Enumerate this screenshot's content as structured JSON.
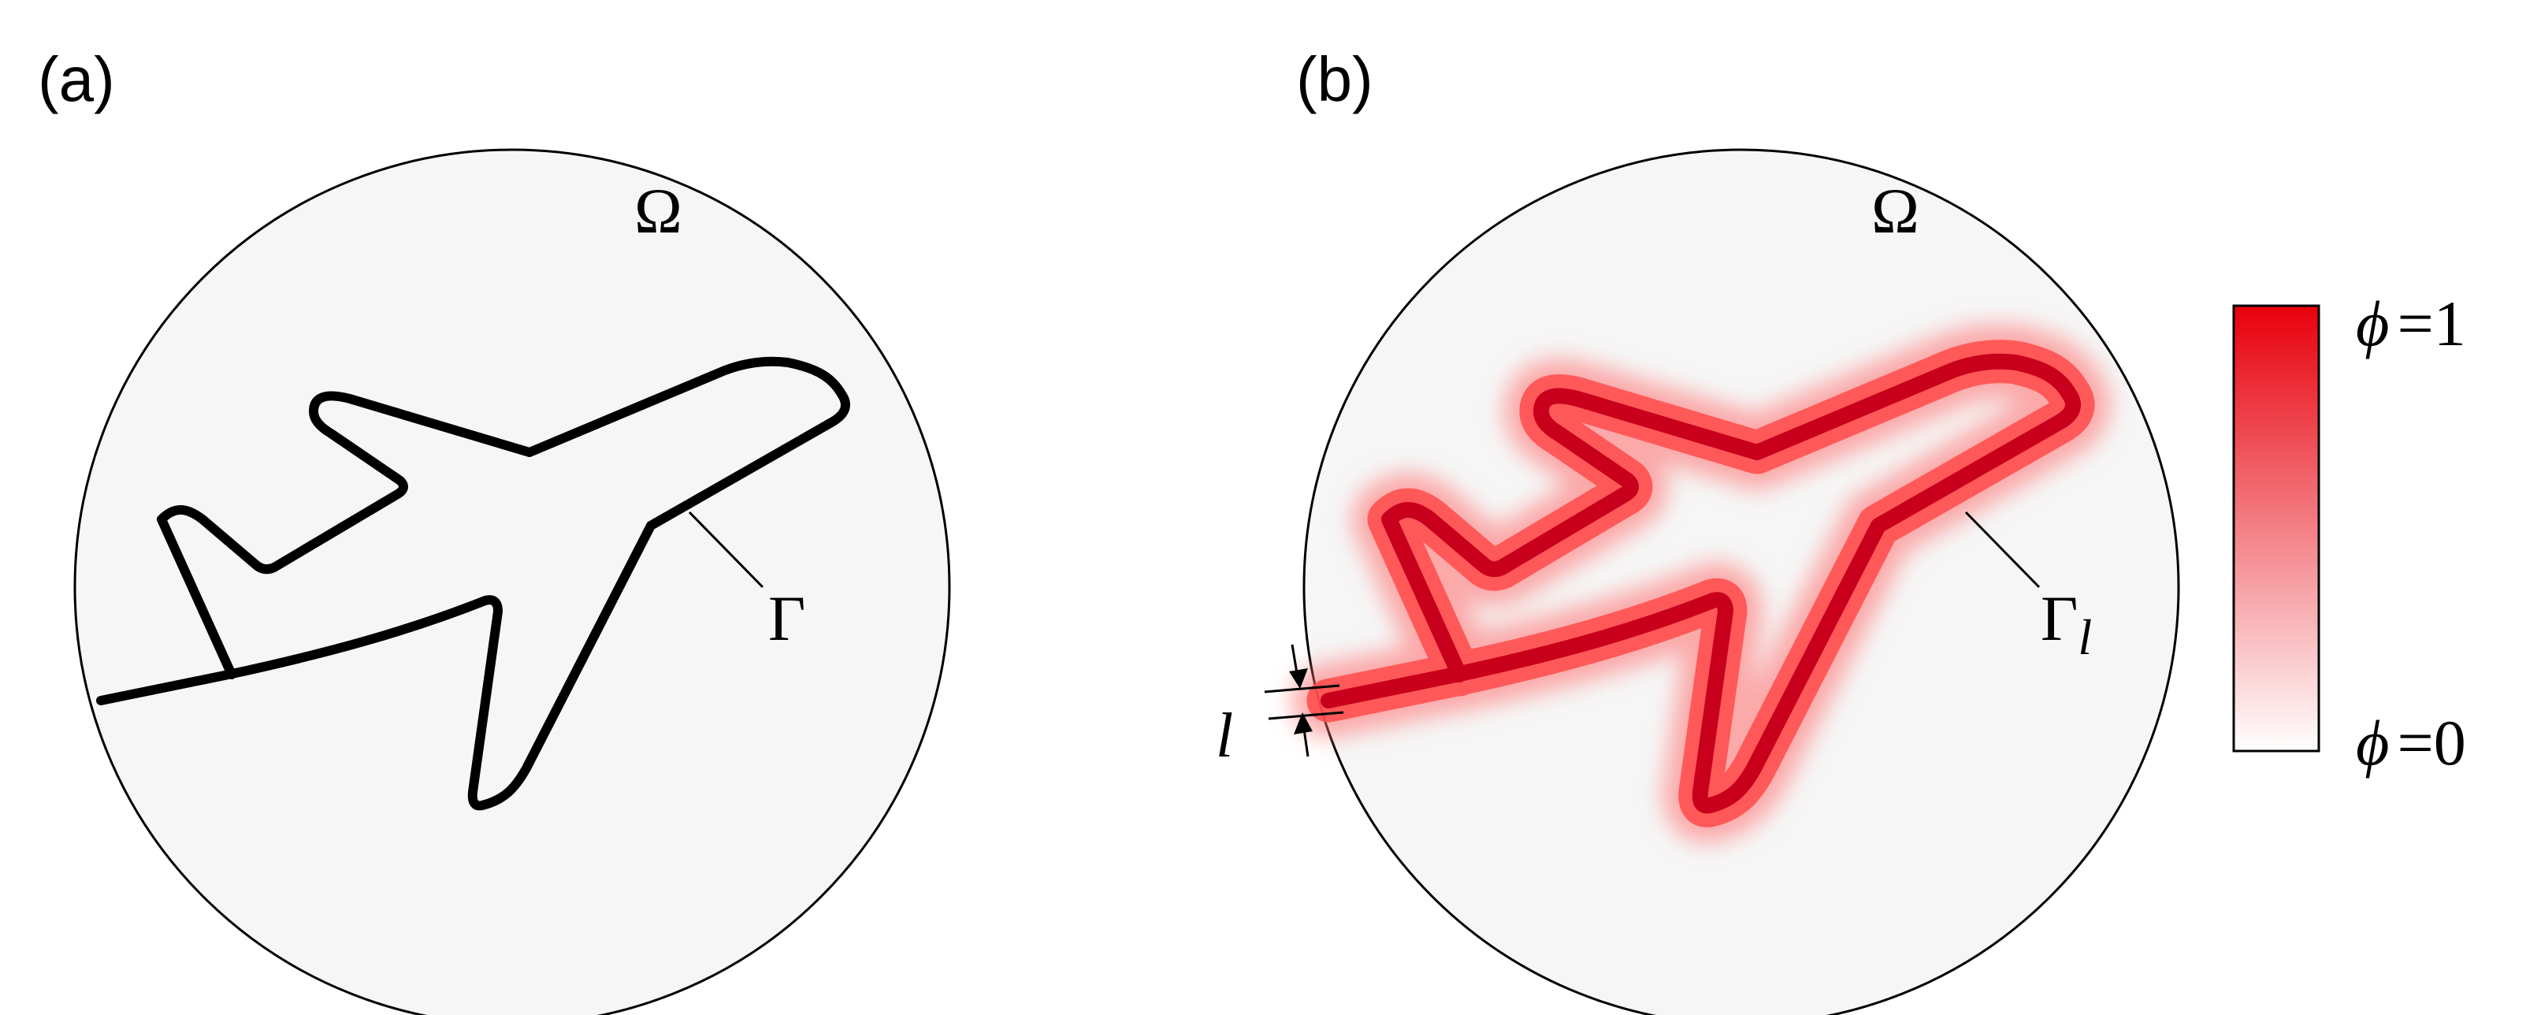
{
  "panel_a": {
    "label": "(a)",
    "domain_symbol": "Ω",
    "boundary_symbol": "Γ"
  },
  "panel_b": {
    "label": "(b)",
    "domain_symbol": "Ω",
    "boundary_symbol": "Γ",
    "boundary_subscript": "l",
    "width_symbol": "l"
  },
  "colorbar": {
    "top_label": {
      "symbol": "ϕ",
      "equals": "=1"
    },
    "bottom_label": {
      "symbol": "ϕ",
      "equals": "=0"
    },
    "color_max": "#e8000c",
    "color_min": "#ffffff"
  },
  "colors": {
    "domain_fill": "#f6f6f6",
    "crack_line_a": "#000000",
    "crack_core_b": "#c8001c",
    "crack_glow_b": "#ff3b3b"
  },
  "icons": {
    "arrow_top": "arrow-down-icon",
    "arrow_bottom": "arrow-up-icon"
  }
}
